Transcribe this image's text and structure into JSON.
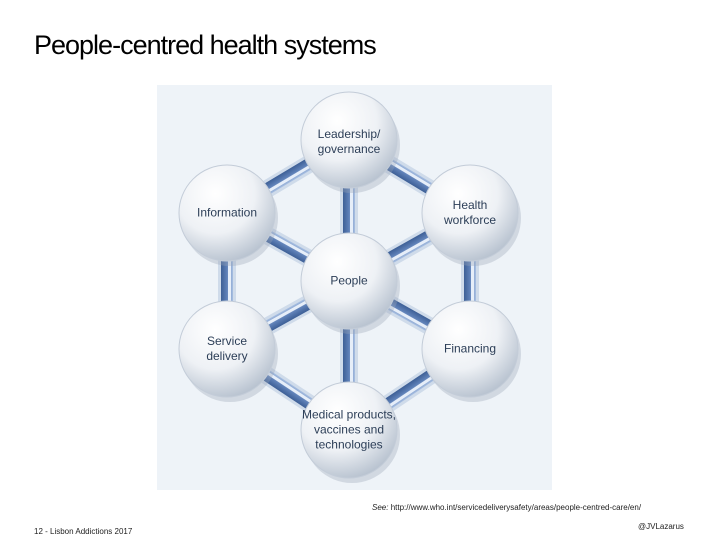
{
  "title": "People-centred health systems",
  "diagram": {
    "nodes": [
      {
        "id": "leadership",
        "label": "Leadership/\ngovernance"
      },
      {
        "id": "information",
        "label": "Information"
      },
      {
        "id": "workforce",
        "label": "Health\nworkforce"
      },
      {
        "id": "people",
        "label": "People"
      },
      {
        "id": "service",
        "label": "Service\ndelivery"
      },
      {
        "id": "financing",
        "label": "Financing"
      },
      {
        "id": "medical",
        "label": "Medical products,\nvaccines and\ntechnologies"
      }
    ],
    "colors": {
      "panel": "#eef3f8",
      "sphere_light": "#ffffff",
      "sphere_dark": "#b4bfcd",
      "connector": "#5f81b8",
      "label": "#2c3e57"
    }
  },
  "caption": {
    "prefix": "See:",
    "url": "http://www.who.int/servicedeliverysafety/areas/people-centred-care/en/"
  },
  "footer": {
    "left": "12 - Lisbon Addictions 2017",
    "right": "@JVLazarus"
  }
}
